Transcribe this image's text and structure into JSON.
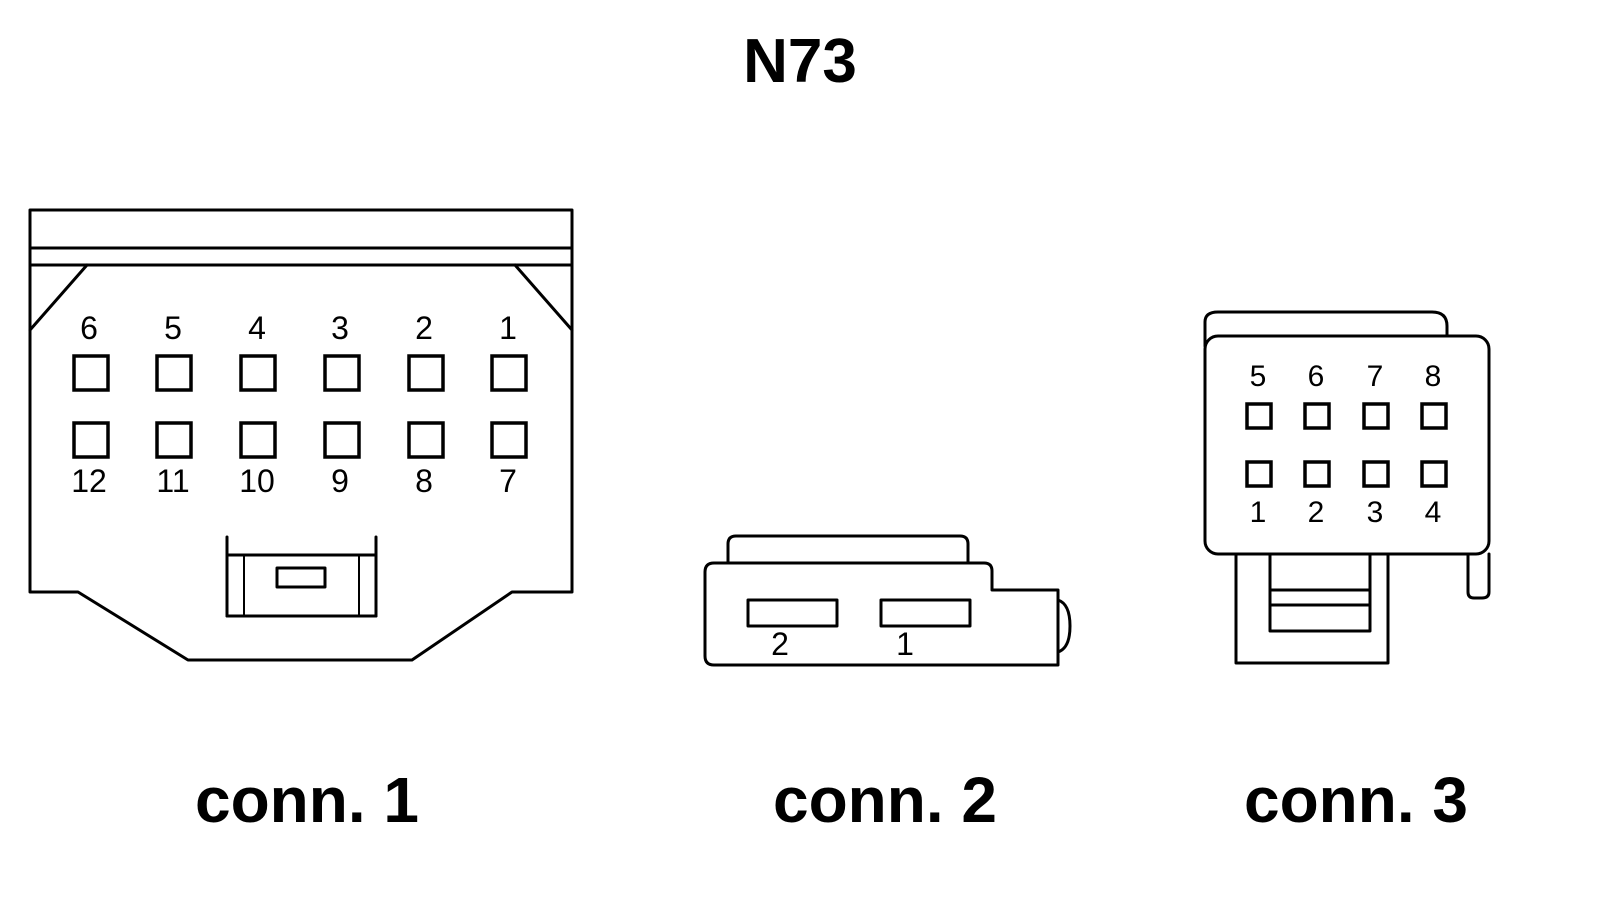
{
  "title": "N73",
  "connectors": [
    {
      "caption": "conn. 1",
      "top_row_pins": [
        "6",
        "5",
        "4",
        "3",
        "2",
        "1"
      ],
      "bottom_row_pins": [
        "12",
        "11",
        "10",
        "9",
        "8",
        "7"
      ]
    },
    {
      "caption": "conn. 2",
      "pins": [
        "2",
        "1"
      ]
    },
    {
      "caption": "conn. 3",
      "top_row_pins": [
        "5",
        "6",
        "7",
        "8"
      ],
      "bottom_row_pins": [
        "1",
        "2",
        "3",
        "4"
      ]
    }
  ]
}
